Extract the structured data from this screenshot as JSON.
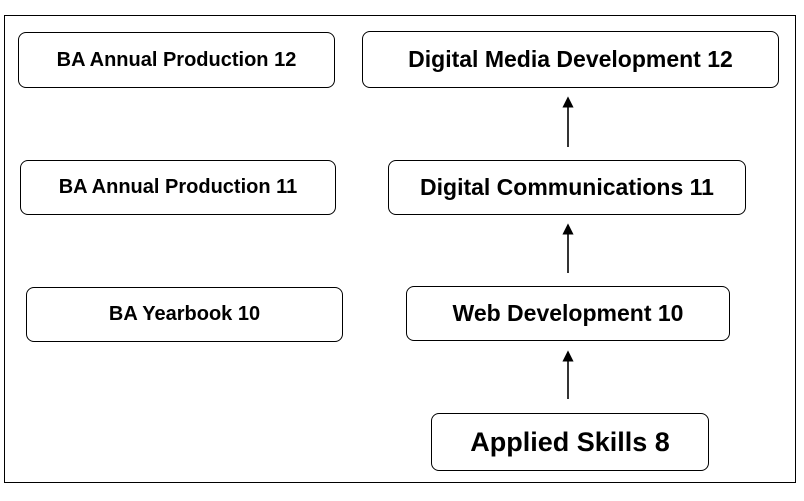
{
  "left_column": {
    "ba_annual_production_12": "BA Annual Production 12",
    "ba_annual_production_11": "BA Annual Production 11",
    "ba_yearbook_10": "BA Yearbook 10"
  },
  "right_column": {
    "digital_media_development_12": "Digital Media Development 12",
    "digital_communications_11": "Digital Communications 11",
    "web_development_10": "Web Development 10",
    "applied_skills_8": "Applied Skills 8"
  },
  "edges": [
    {
      "from": "Applied Skills 8",
      "to": "Web Development 10"
    },
    {
      "from": "Web Development 10",
      "to": "Digital Communications 11"
    },
    {
      "from": "Digital Communications 11",
      "to": "Digital Media Development 12"
    }
  ],
  "colors": {
    "stroke": "#000000",
    "background": "#ffffff"
  }
}
